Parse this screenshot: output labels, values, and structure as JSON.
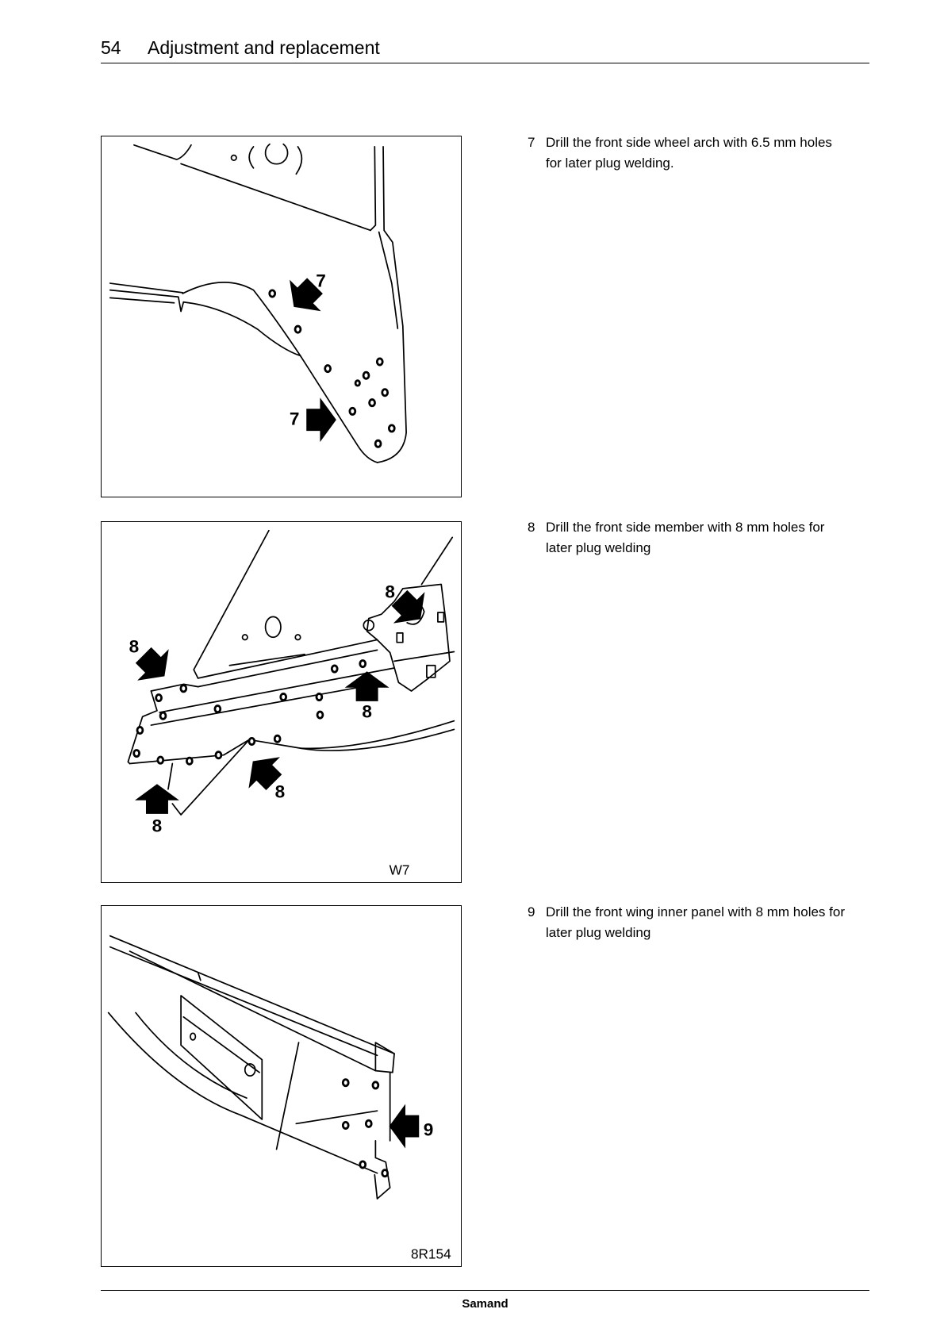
{
  "header": {
    "page_number": "54",
    "title": "Adjustment and replacement"
  },
  "steps": [
    {
      "number": "7",
      "line1": "Drill the front side wheel arch with 6.5 mm holes",
      "line2": "for later plug welding.",
      "figure": {
        "callouts": [
          "7",
          "7"
        ]
      }
    },
    {
      "number": "8",
      "line1": "Drill the front side member with 8 mm holes for",
      "line2": "later plug welding",
      "figure": {
        "callouts": [
          "8",
          "8",
          "8",
          "8",
          "8"
        ],
        "code": "W7"
      }
    },
    {
      "number": "9",
      "line1": "Drill the front wing inner panel with 8 mm holes for",
      "line2": "later plug welding",
      "figure": {
        "callouts": [
          "9"
        ],
        "code": "8R154"
      }
    }
  ],
  "footer": {
    "brand": "Samand"
  }
}
